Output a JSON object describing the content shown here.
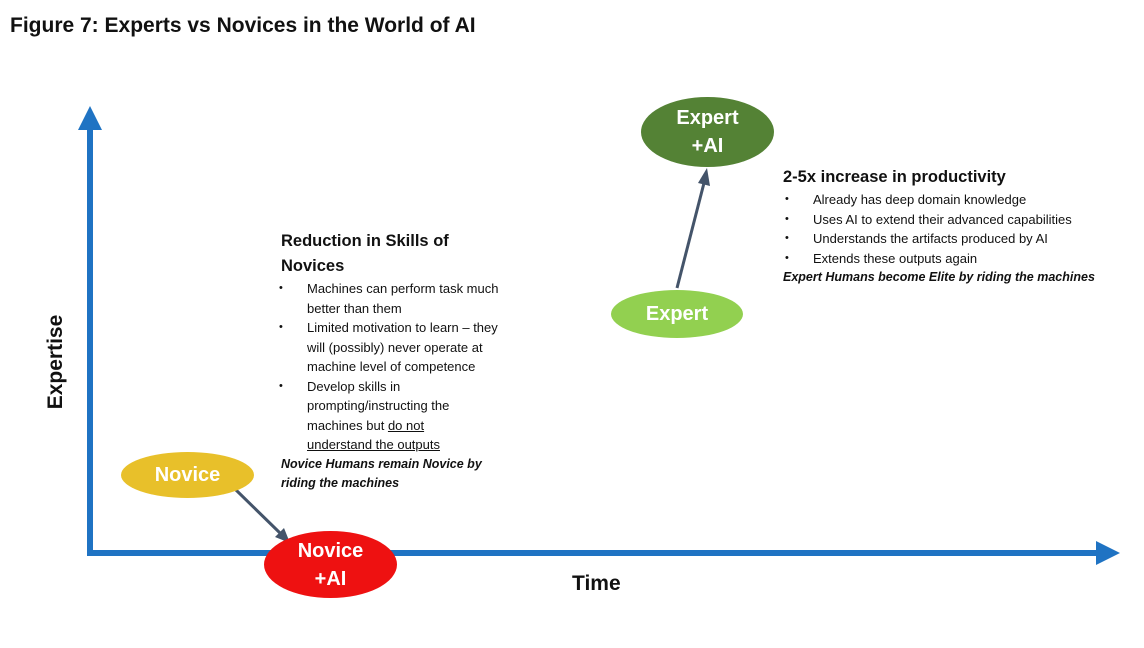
{
  "title": "Figure 7: Experts vs Novices in the World of AI",
  "axes": {
    "y_label": "Expertise",
    "x_label": "Time"
  },
  "nodes": {
    "novice": {
      "label": "Novice",
      "color": "#e8c02a"
    },
    "novice_ai": {
      "line1": "Novice",
      "line2": "+AI",
      "color": "#ee1111"
    },
    "expert": {
      "label": "Expert",
      "color": "#92d050"
    },
    "expert_ai": {
      "line1": "Expert",
      "line2": "+AI",
      "color": "#548235"
    }
  },
  "colors": {
    "axis": "#1f73c3",
    "arrow": "#44546a"
  },
  "novice_block": {
    "heading_1": "Reduction in Skills of",
    "heading_2": "Novices",
    "bullet_1": "Machines can perform task much better than them",
    "bullet_2": "Limited motivation to learn – they will (possibly) never operate at machine level of competence",
    "bullet_3_start": "Develop skills in prompting/instructing the machines but ",
    "bullet_3_underline_1": "do not",
    "bullet_3_underline_2": "understand the outputs",
    "note": "Novice Humans remain Novice by riding the machines"
  },
  "expert_block": {
    "heading": "2-5x increase in productivity",
    "bullets": [
      "Already has deep domain knowledge",
      "Uses AI to extend their advanced capabilities",
      "Understands the artifacts produced by AI",
      "Extends these outputs again"
    ],
    "note": "Expert Humans become Elite by riding the machines"
  }
}
